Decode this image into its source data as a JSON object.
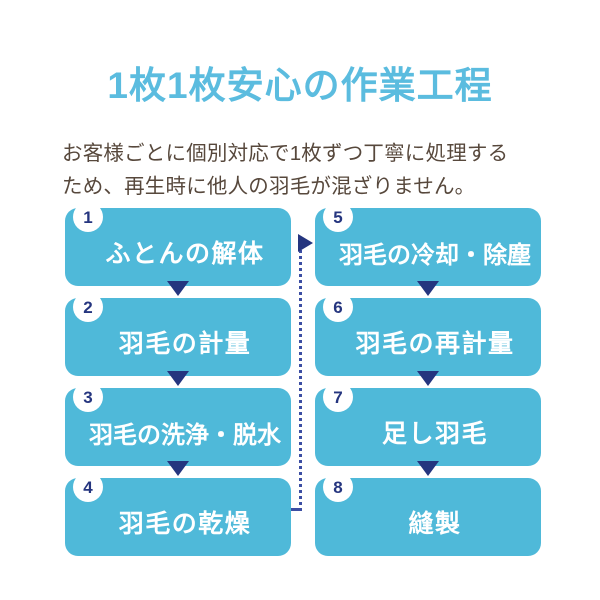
{
  "page": {
    "title": "1枚1枚安心の作業工程",
    "title_color": "#5bbcdf",
    "background_color": "#ffffff"
  },
  "intro": {
    "line1": "お客様ごとに個別対応で1枚ずつ丁寧に処理する",
    "line2": "ため、再生時に他人の羽毛が混ざりません。",
    "text_color": "#57483c"
  },
  "flow": {
    "box_color": "#4fb9d9",
    "box_text_color": "#ffffff",
    "badge_color": "#ffffff",
    "badge_text_color": "#25357f",
    "arrow_color": "#25357f",
    "connector_color": "#3c4ea3",
    "left_column": [
      {
        "number": "1",
        "label": "ふとんの解体"
      },
      {
        "number": "2",
        "label": "羽毛の計量"
      },
      {
        "number": "3",
        "label": "羽毛の洗浄・脱水"
      },
      {
        "number": "4",
        "label": "羽毛の乾燥"
      }
    ],
    "right_column": [
      {
        "number": "5",
        "label": "羽毛の冷却・除塵"
      },
      {
        "number": "6",
        "label": "羽毛の再計量"
      },
      {
        "number": "7",
        "label": "足し羽毛"
      },
      {
        "number": "8",
        "label": "縫製"
      }
    ]
  }
}
